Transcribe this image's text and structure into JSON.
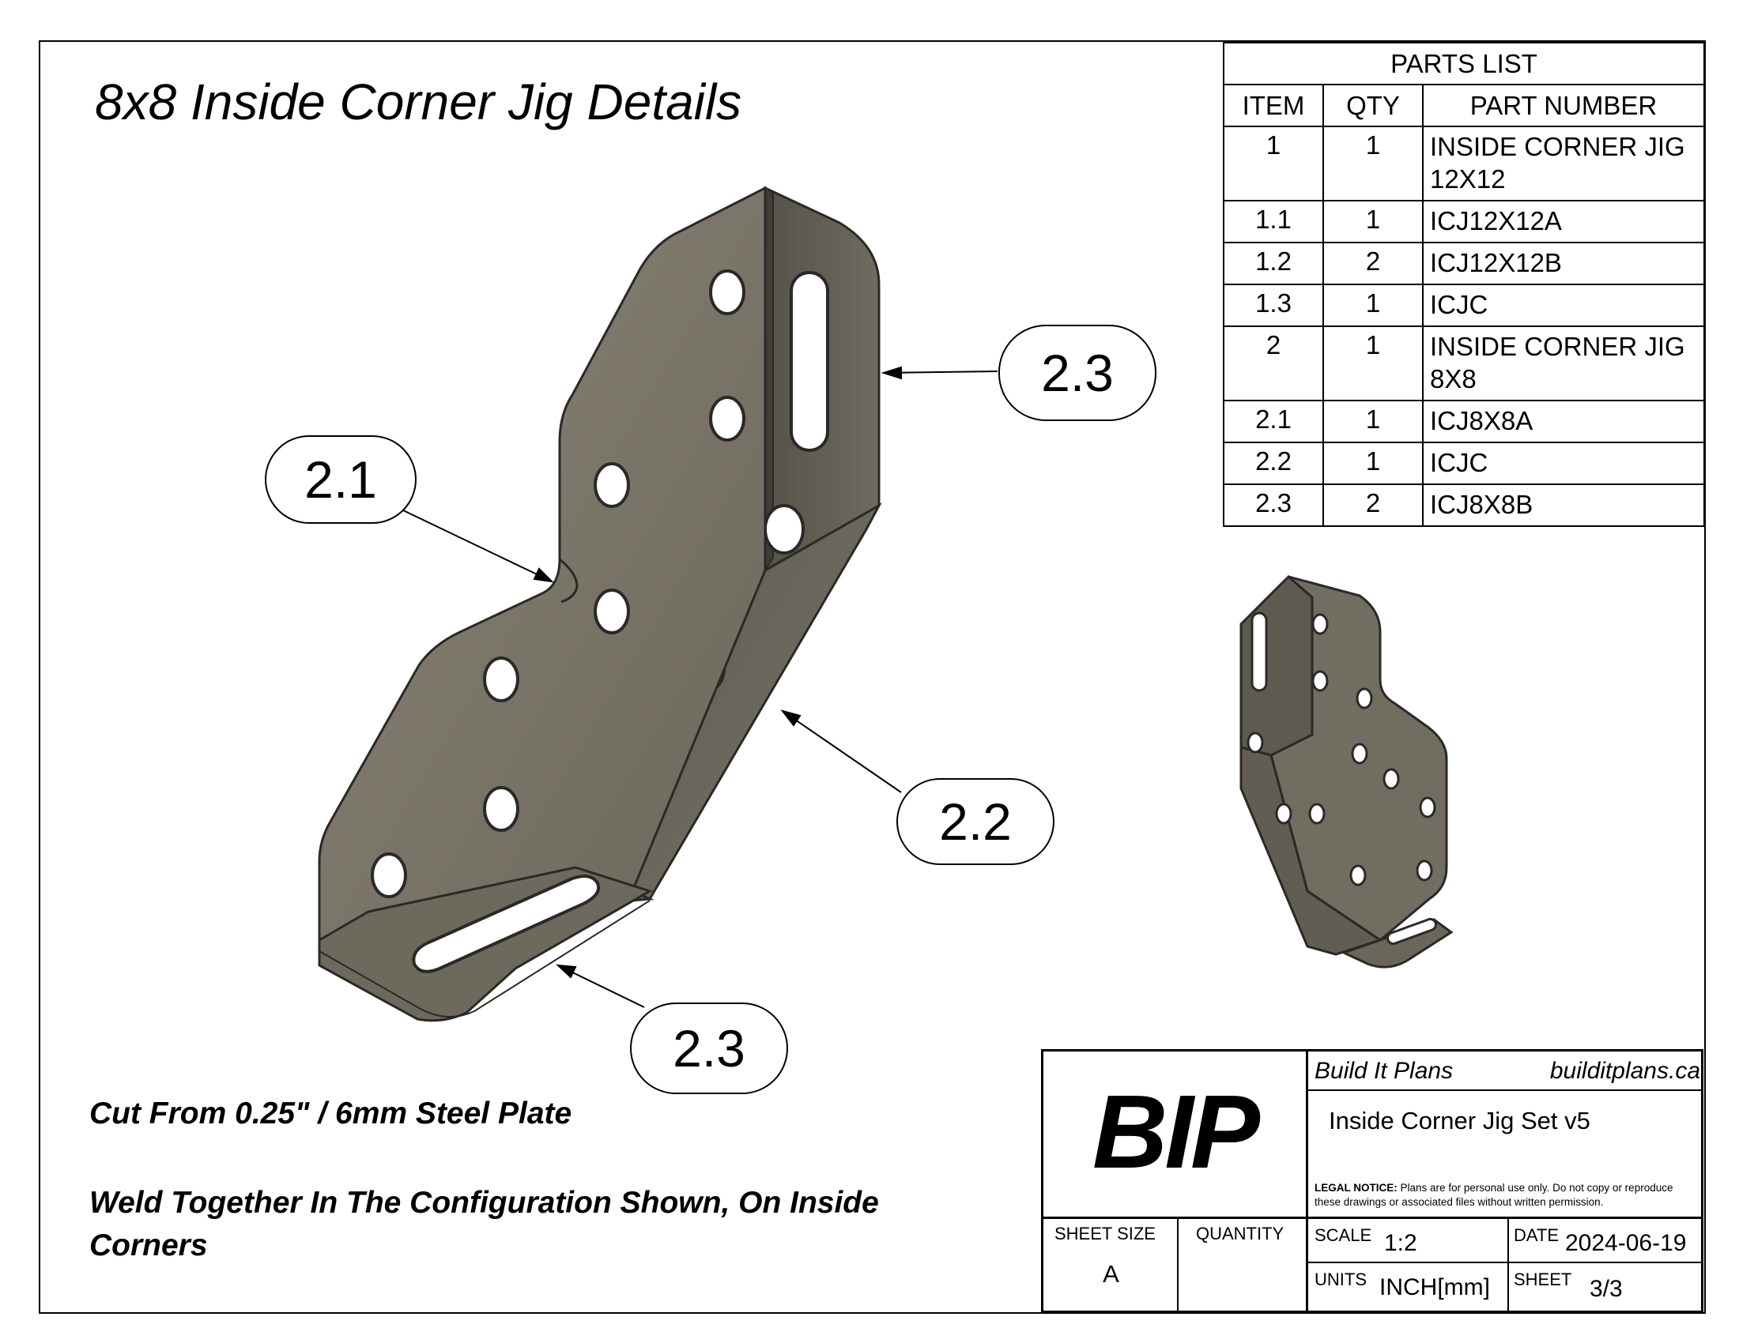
{
  "title": "8x8 Inside Corner Jig Details",
  "notes": {
    "material": "Cut From 0.25\" / 6mm Steel Plate",
    "weld": "Weld Together In The Configuration Shown, On Inside Corners"
  },
  "parts_list": {
    "heading": "PARTS LIST",
    "columns": [
      "ITEM",
      "QTY",
      "PART NUMBER"
    ],
    "rows": [
      {
        "item": "1",
        "qty": "1",
        "part": "INSIDE CORNER JIG 12X12"
      },
      {
        "item": "1.1",
        "qty": "1",
        "part": "ICJ12X12A"
      },
      {
        "item": "1.2",
        "qty": "2",
        "part": "ICJ12X12B"
      },
      {
        "item": "1.3",
        "qty": "1",
        "part": "ICJC"
      },
      {
        "item": "2",
        "qty": "1",
        "part": "INSIDE CORNER JIG 8X8"
      },
      {
        "item": "2.1",
        "qty": "1",
        "part": "ICJ8X8A"
      },
      {
        "item": "2.2",
        "qty": "1",
        "part": "ICJC"
      },
      {
        "item": "2.3",
        "qty": "2",
        "part": "ICJ8X8B"
      }
    ]
  },
  "callouts": {
    "top_right": "2.3",
    "left": "2.1",
    "right": "2.2",
    "bottom": "2.3"
  },
  "title_block": {
    "logo": "BIP",
    "company": "Build It Plans",
    "website": "builditplans.ca",
    "drawing_title": "Inside Corner Jig Set v5",
    "legal_label": "LEGAL NOTICE:",
    "legal_text": "Plans are for personal use only. Do not copy or reproduce these drawings or associated files without written permission.",
    "sheet_size_label": "SHEET SIZE",
    "sheet_size": "A",
    "quantity_label": "QUANTITY",
    "quantity": "",
    "scale_label": "SCALE",
    "scale": "1:2",
    "date_label": "DATE",
    "date": "2024-06-19",
    "units_label": "UNITS",
    "units": "INCH[mm]",
    "sheet_label": "SHEET",
    "sheet": "3/3"
  },
  "colors": {
    "steel_light": "#7d786b",
    "steel_mid": "#6a665a",
    "steel_dark": "#4e4b42",
    "edge": "#2b2925"
  }
}
